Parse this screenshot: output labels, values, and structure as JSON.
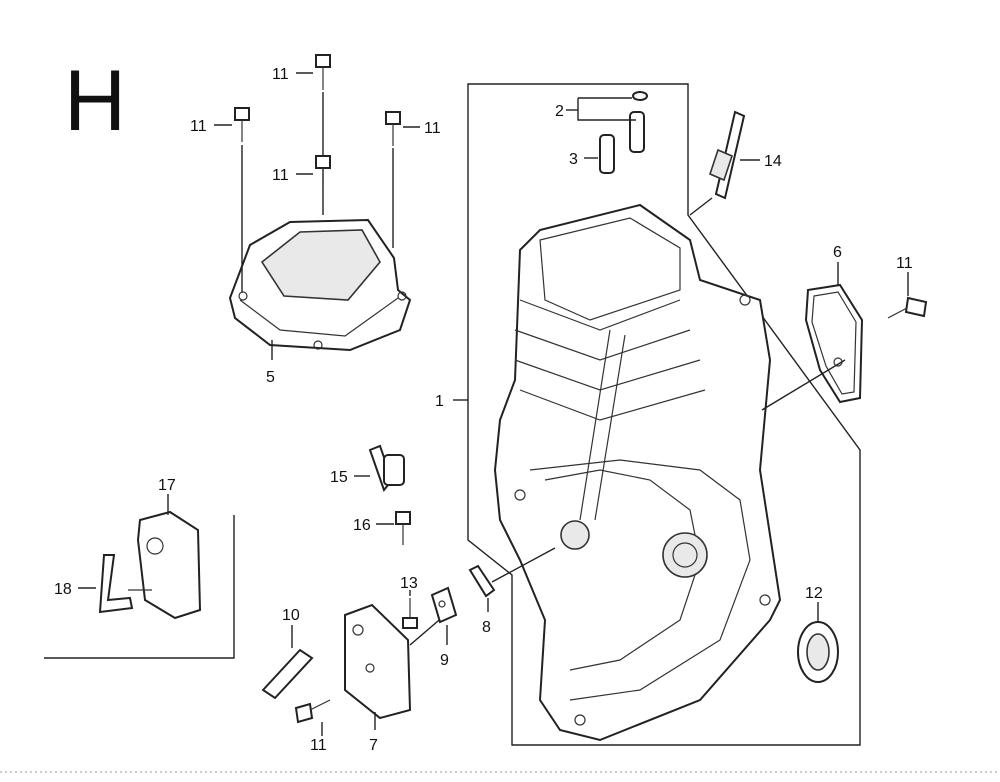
{
  "section_letter": "H",
  "labels": {
    "l1": "1",
    "l2": "2",
    "l3": "3",
    "l5": "5",
    "l6": "6",
    "l7": "7",
    "l8": "8",
    "l9": "9",
    "l10": "10",
    "l11_a": "11",
    "l11_b": "11",
    "l11_c": "11",
    "l11_d": "11",
    "l11_e": "11",
    "l11_f": "11",
    "l12": "12",
    "l13": "13",
    "l14": "14",
    "l15": "15",
    "l16": "16",
    "l17": "17",
    "l18": "18"
  }
}
